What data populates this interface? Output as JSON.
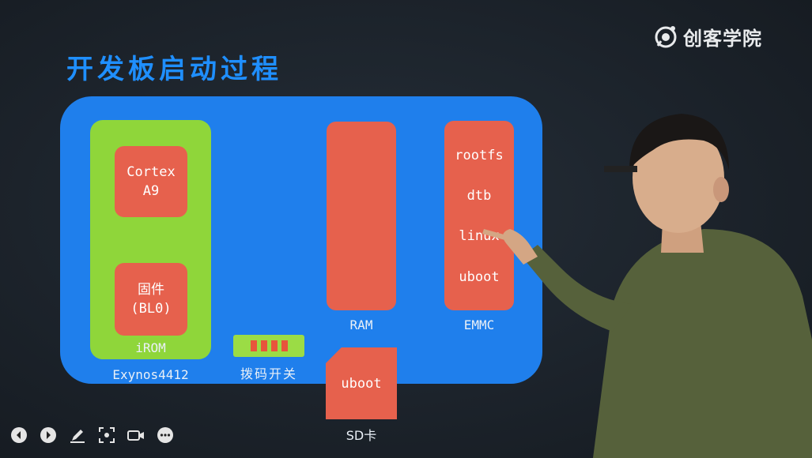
{
  "slide": {
    "title": "开发板启动过程",
    "brand": {
      "name": "创客学院",
      "icon": "brand-mascot-icon"
    },
    "diagram": {
      "irom_label": "iROM",
      "soc_label": "Exynos4412",
      "cortex": {
        "line1": "Cortex",
        "line2": "A9"
      },
      "firmware": {
        "line1": "固件",
        "line2": "(BL0)"
      },
      "dip_switch_label": "拨码开关",
      "ram_label": "RAM",
      "emmc_label": "EMMC",
      "emmc_items": [
        "rootfs",
        "dtb",
        "linux",
        "uboot"
      ],
      "sd_content": "uboot",
      "sd_label": "SD卡"
    },
    "colors": {
      "title": "#1f8fff",
      "board": "#1f7fec",
      "irom": "#8fd63a",
      "chip": "#e6614d"
    }
  },
  "player_controls": [
    {
      "name": "prev-button",
      "icon": "chevron-left-icon"
    },
    {
      "name": "next-button",
      "icon": "chevron-right-icon"
    },
    {
      "name": "pen-button",
      "icon": "pen-icon"
    },
    {
      "name": "screenshot-button",
      "icon": "capture-icon"
    },
    {
      "name": "camera-button",
      "icon": "video-camera-icon"
    },
    {
      "name": "more-button",
      "icon": "more-icon"
    }
  ]
}
